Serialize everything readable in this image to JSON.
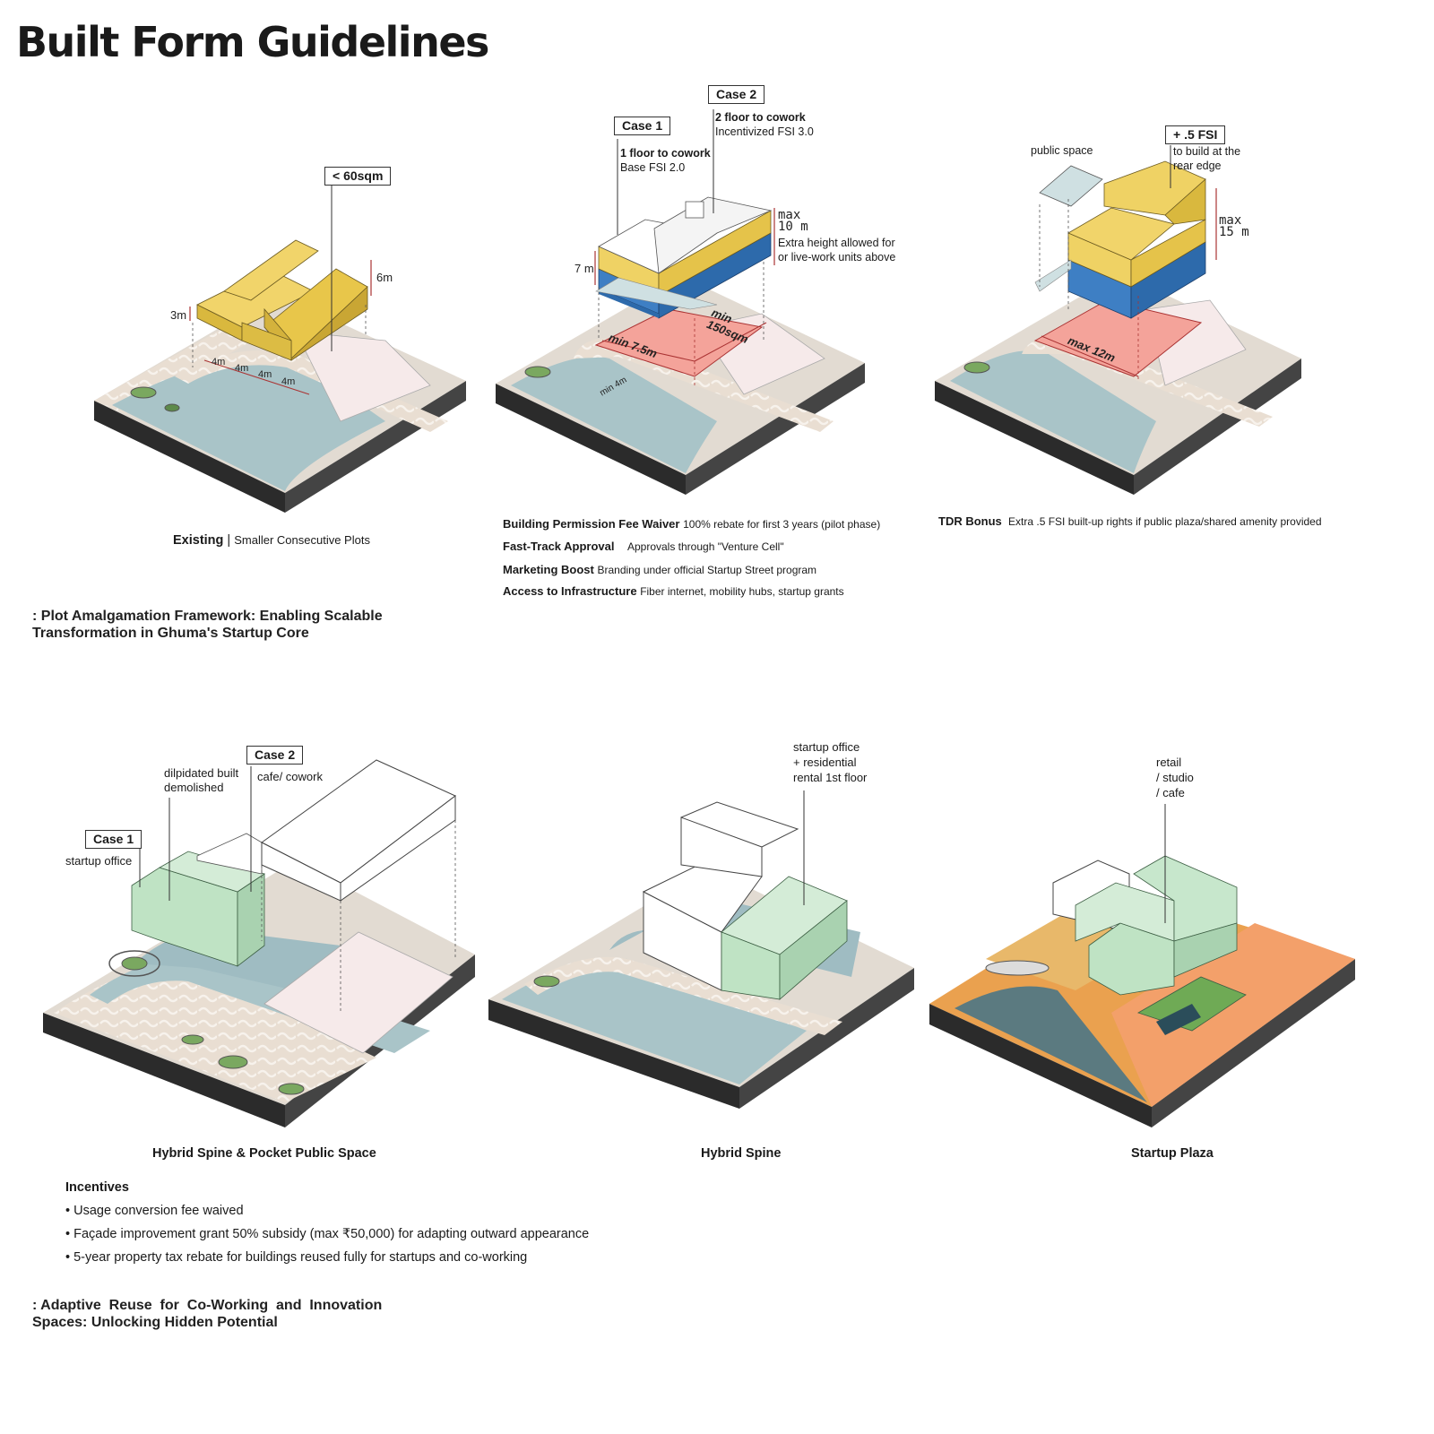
{
  "title": "Built Form Guidelines",
  "panel1": {
    "box": "< 60sqm",
    "dim_6m": "6m",
    "dim_3m": "3m",
    "dim_4m": "4m",
    "caption_bold": "Existing",
    "caption_sep": " | ",
    "caption_rest": "Smaller Consecutive Plots"
  },
  "panel2": {
    "case1_box": "Case 1",
    "case1_line1": "1 floor to cowork",
    "case1_line2": "Base FSI 2.0",
    "case2_box": "Case 2",
    "case2_line1": "2 floor to cowork",
    "case2_line2": "Incentivized FSI 3.0",
    "max_label": "max",
    "max_value": "10 m",
    "extra_line1": "Extra height allowed for",
    "extra_line2": "or live-work units above",
    "dim_7m": "7 m",
    "min_75": "min 7.5m",
    "min_150": "min",
    "min_150b": "150sqm",
    "min_4m": "min 4m",
    "incentives": [
      {
        "bold": "Building Permission Fee Waiver",
        "text": "100% rebate for first 3 years (pilot phase)"
      },
      {
        "bold": "Fast-Track Approval",
        "text": "Approvals through \"Venture Cell\""
      },
      {
        "bold": "Marketing Boost",
        "text": "Branding under official Startup Street program"
      },
      {
        "bold": "Access to Infrastructure",
        "text": "Fiber internet, mobility hubs, startup grants"
      }
    ]
  },
  "panel3": {
    "public_space": "public space",
    "fsi_box": "+ .5 FSI",
    "fsi_line1": "to build at the",
    "fsi_line2": "rear edge",
    "max_label": "max",
    "max_value": "15 m",
    "max_12": "max 12m",
    "tdr_bold": "TDR Bonus",
    "tdr_text": "Extra .5 FSI built-up rights if public plaza/shared amenity provided"
  },
  "framework1": {
    "line1": ": Plot Amalgamation Framework: Enabling Scalable",
    "line2": "Transformation in Ghuma's Startup Core"
  },
  "panel4": {
    "case1_box": "Case 1",
    "case1_note": "startup office",
    "case2_box": "Case 2",
    "case2_note": "cafe/ cowork",
    "dilap_line1": "dilpidated built",
    "dilap_line2": "demolished",
    "caption": "Hybrid Spine & Pocket Public Space"
  },
  "panel5": {
    "note_line1": "startup office",
    "note_line2": "+  residential",
    "note_line3": "rental 1st floor",
    "caption": "Hybrid Spine"
  },
  "panel6": {
    "note_line1": "retail",
    "note_line2": "/ studio",
    "note_line3": "/ cafe",
    "caption": "Startup Plaza"
  },
  "incentives2": {
    "heading": "Incentives",
    "items": [
      "• Usage conversion fee waived",
      "• Façade improvement grant  50% subsidy (max ₹50,000) for adapting outward appearance",
      "• 5-year property tax rebate for buildings reused fully for startups and co-working"
    ]
  },
  "framework2": {
    "line1": ": Adaptive  Reuse  for  Co-Working  and  Innovation",
    "line2": "Spaces: Unlocking Hidden Potential"
  },
  "colors": {
    "yellow": "#e8c64a",
    "blue": "#3e7fc4",
    "pink_plot": "#f2a9a0",
    "green_bldg": "#bfe3c4",
    "water": "#a9c4c8",
    "paving": "#e8ddd0",
    "base_dark": "#2a2a2a",
    "orange_plaza": "#f0a570"
  }
}
